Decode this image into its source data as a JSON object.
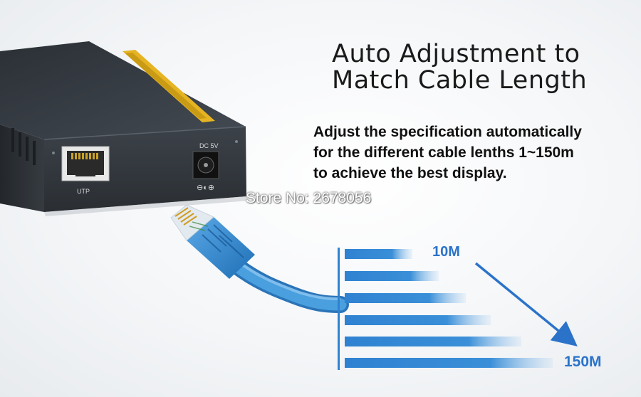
{
  "headline": {
    "line1": "Auto Adjustment to",
    "line2": "Match Cable Length"
  },
  "description": {
    "line1": "Adjust  the  specification automatically",
    "line2": "for the different cable lenths 1~150m",
    "line3": "to achieve the best display."
  },
  "watermark": "Store No: 2678056",
  "device": {
    "rj45_port_label": "UTP",
    "power_jack_label": "DC 5V",
    "polarity_symbol": "⊖◐⊕"
  },
  "cable_lengths": {
    "min_label": "10M",
    "max_label": "150M"
  },
  "colors": {
    "accent_blue": "#2b73c9",
    "cable_blue": "#3f95d8",
    "device_body": "#3a3f46",
    "device_stripe": "#e6b422"
  }
}
